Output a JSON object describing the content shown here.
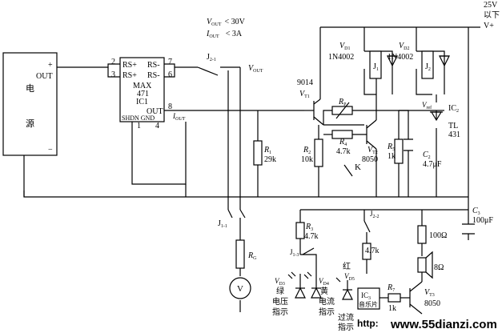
{
  "specs": {
    "vout_sym": "V",
    "vout_sub": "OUT",
    "vout_rel": "< 30V",
    "iout_sym": "I",
    "iout_sub": "OUT",
    "iout_rel": "< 3A"
  },
  "supply_note": {
    "line1": "25V",
    "line2": "以下",
    "line3": "V+"
  },
  "power_source": {
    "label_top": "电",
    "label_bottom": "源",
    "plus": "+",
    "out": "OUT",
    "minus": "−"
  },
  "ic1": {
    "name": "MAX",
    "name2": "471",
    "ref": "IC1",
    "pin_rs_plus_a": "RS+",
    "pin_rs_plus_b": "RS+",
    "pin_rs_minus_a": "RS-",
    "pin_rs_minus_b": "RS-",
    "pin_out": "OUT",
    "pin_bottom": "SHDN GND",
    "num2": "2",
    "num3": "3",
    "num7": "7",
    "num6": "6",
    "num8": "8",
    "num1": "1",
    "num4": "4",
    "iout_sym": "I",
    "iout_sub": "OUT"
  },
  "switch_j21": {
    "sym": "J",
    "sub": "2-1"
  },
  "vout_tap": {
    "sym": "V",
    "sub": "OUT"
  },
  "vt1": {
    "part": "9014",
    "sym": "V",
    "sub": "T1"
  },
  "vd1": {
    "sym": "V",
    "sub": "D1",
    "part": "1N4002"
  },
  "vd2": {
    "sym": "V",
    "sub": "D2",
    "part": "1N4002"
  },
  "relay1": {
    "sym": "J",
    "sub": "1"
  },
  "relay2": {
    "sym": "J",
    "sub": "2"
  },
  "rp": {
    "sym": "R",
    "sub": "P"
  },
  "r4": {
    "sym": "R",
    "sub": "4",
    "value": "4.7k"
  },
  "vref": {
    "sym": "V",
    "sub": "ref"
  },
  "ic2": {
    "sym": "IC",
    "sub": "2",
    "part1": "TL",
    "part2": "431"
  },
  "r1": {
    "sym": "R",
    "sub": "1",
    "value": "29k"
  },
  "r2": {
    "sym": "R",
    "sub": "2",
    "value": "10k"
  },
  "k_label": "K",
  "vt2": {
    "sym": "V",
    "sub": "T2",
    "part": "8050"
  },
  "r5": {
    "sym": "R",
    "sub": "5",
    "value": "1k"
  },
  "c2": {
    "sym": "C",
    "sub": "2",
    "value": "4.7μF"
  },
  "c3": {
    "sym": "C",
    "sub": "3",
    "value": "100μF"
  },
  "j11": {
    "sym": "J",
    "sub": "1-1"
  },
  "rg": {
    "sym": "R",
    "sub": "G"
  },
  "meter": "V",
  "r3": {
    "sym": "R",
    "sub": "3",
    "value": "4.7k"
  },
  "j13": {
    "sym": "J",
    "sub": "1-3"
  },
  "j22": {
    "sym": "J",
    "sub": "2-2"
  },
  "r6_value": "4.7k",
  "r_spk_value": "100Ω",
  "speaker_value": "8Ω",
  "vd3": {
    "sym": "V",
    "sub": "D3",
    "color": "绿",
    "l1": "电压",
    "l2": "指示"
  },
  "vd4": {
    "sym": "V",
    "sub": "D4",
    "color": "黄",
    "l1": "电流",
    "l2": "指示"
  },
  "vd5": {
    "color": "红",
    "sym": "V",
    "sub": "D5",
    "l1": "过流",
    "l2": "指示"
  },
  "ic3": {
    "sym": "IC",
    "sub": "3",
    "label": "音乐片"
  },
  "r7": {
    "sym": "R",
    "sub": "7",
    "value": "1k"
  },
  "vt3": {
    "sym": "V",
    "sub": "T3",
    "part": "8050"
  },
  "watermark": {
    "prefix": "http:",
    "site": "www.55dianzi.com"
  }
}
